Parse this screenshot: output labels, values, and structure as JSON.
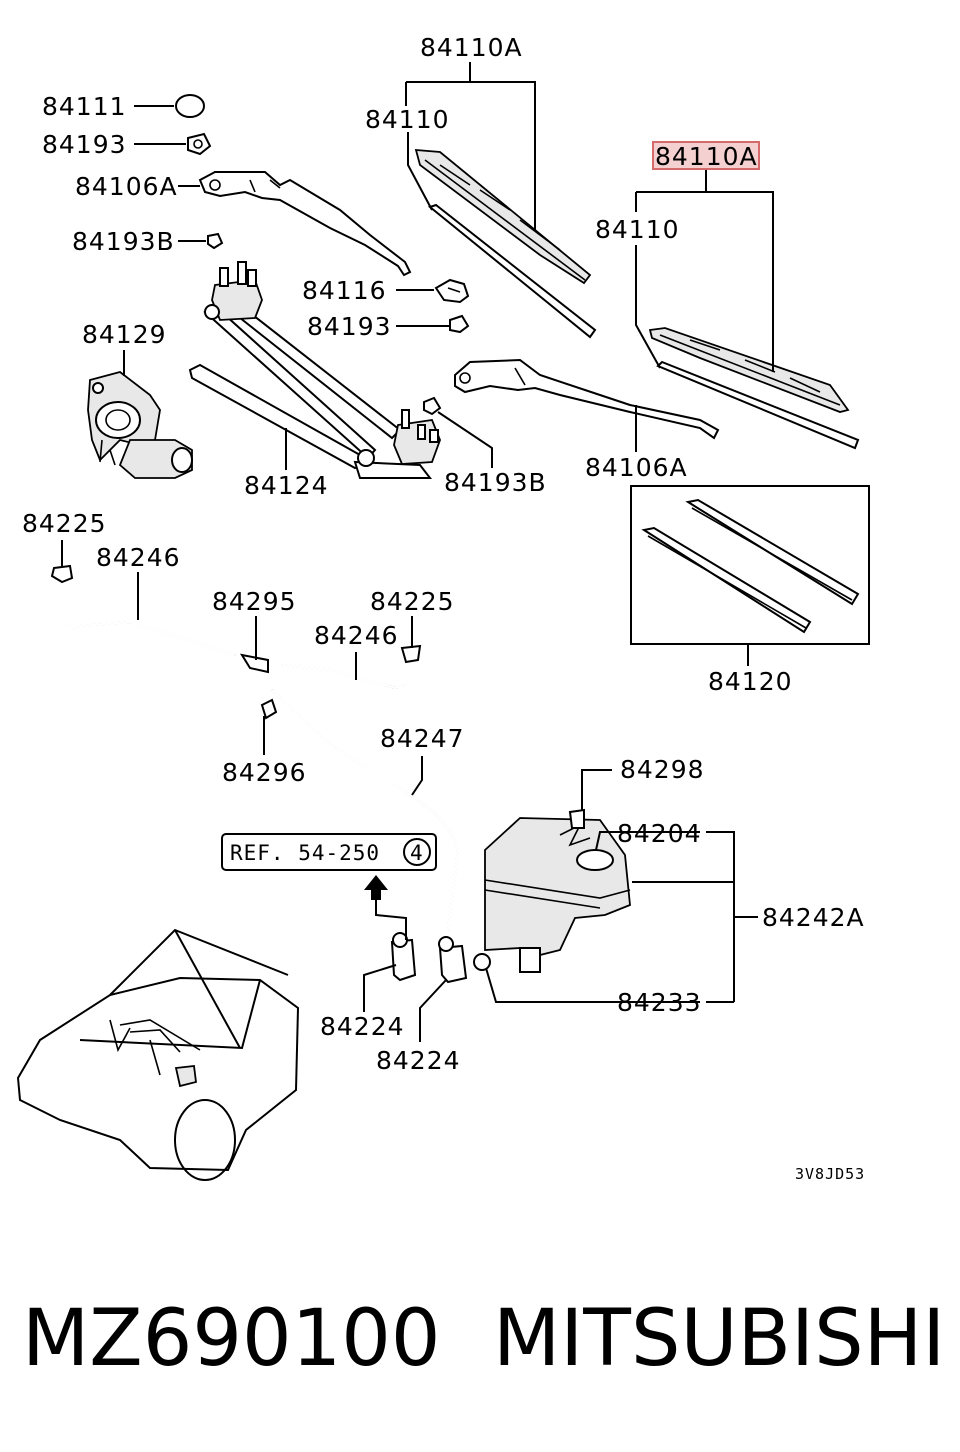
{
  "labels": {
    "l_84110A_top": "84110A",
    "l_84110_left": "84110",
    "l_84110A_hl": "84110A",
    "l_84110_right": "84110",
    "l_84111": "84111",
    "l_84193_a": "84193",
    "l_84106A_top": "84106A",
    "l_84193B_a": "84193B",
    "l_84116": "84116",
    "l_84193_b": "84193",
    "l_84129": "84129",
    "l_84124": "84124",
    "l_84193B_b": "84193B",
    "l_84106A_bot": "84106A",
    "l_84120": "84120",
    "l_84225_a": "84225",
    "l_84246_a": "84246",
    "l_84295": "84295",
    "l_84225_b": "84225",
    "l_84246_b": "84246",
    "l_84247": "84247",
    "l_84296": "84296",
    "l_84298": "84298",
    "l_84204": "84204",
    "l_84242A": "84242A",
    "l_84233": "84233",
    "l_84224_a": "84224",
    "l_84224_b": "84224"
  },
  "reference": {
    "text": "REF. 54-250",
    "circled": "4"
  },
  "diagram_code": "3V8JD53",
  "footer": {
    "part_number": "MZ690100",
    "brand": "MITSUBISHI"
  },
  "highlight": {
    "label": "84110A",
    "fill": "#f5d0d0",
    "stroke": "#d46a6a"
  }
}
